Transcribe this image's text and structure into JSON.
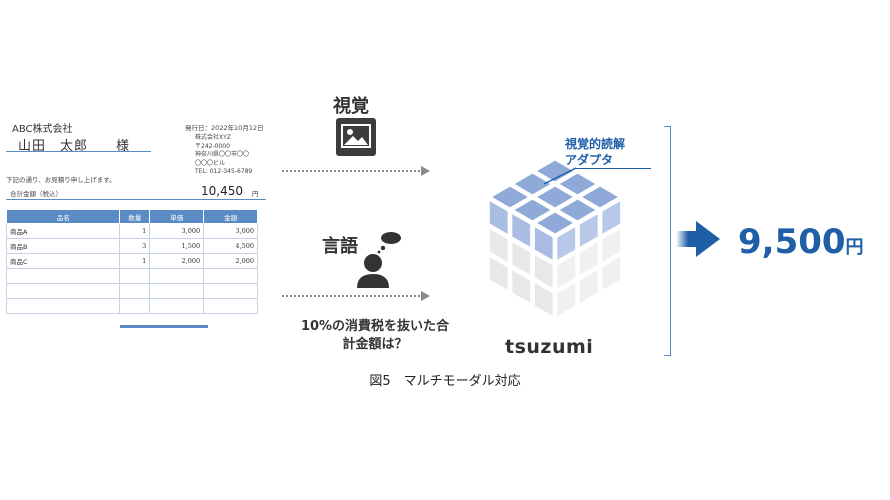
{
  "invoice": {
    "company": "ABC株式会社",
    "recipient_name": "山田　太郎",
    "recipient_honorific": "様",
    "issue_date": "発行日：2022年10月12日",
    "issuer_lines": [
      "株式会社XYZ",
      "〒242-0000",
      "神奈川県〇〇市〇〇",
      "〇〇〇ビル",
      "TEL: 012-345-6789"
    ],
    "greeting": "下記の通り、お見積り申し上げます。",
    "total_label": "合計金額（税込）",
    "total_value": "10,450",
    "total_unit": "円",
    "table": {
      "headers": [
        "品名",
        "数量",
        "単価",
        "金額"
      ],
      "rows": [
        [
          "商品A",
          "1",
          "3,000",
          "3,000"
        ],
        [
          "商品B",
          "3",
          "1,500",
          "4,500"
        ],
        [
          "商品C",
          "1",
          "2,000",
          "2,000"
        ],
        [
          "",
          "",
          "",
          ""
        ],
        [
          "",
          "",
          "",
          ""
        ],
        [
          "",
          "",
          "",
          ""
        ]
      ]
    }
  },
  "vision": {
    "label": "視覚",
    "icon": "image-icon"
  },
  "language": {
    "label": "言語",
    "icon": "thinking-person-icon"
  },
  "question": {
    "line1": "10%の消費税を抜いた合",
    "line2": "計金額は？"
  },
  "model": {
    "adapter_line1": "視覚的読解",
    "adapter_line2": "アダプタ",
    "name": "tsuzumi"
  },
  "result": {
    "value": "9,500",
    "unit": "円"
  },
  "caption": "図5　マルチモーダル対応",
  "colors": {
    "accent": "#1f5fa8",
    "table_header": "#5b8bc4",
    "cube_top": "#8fa9d8",
    "cube_side": "#e8e8ea"
  }
}
